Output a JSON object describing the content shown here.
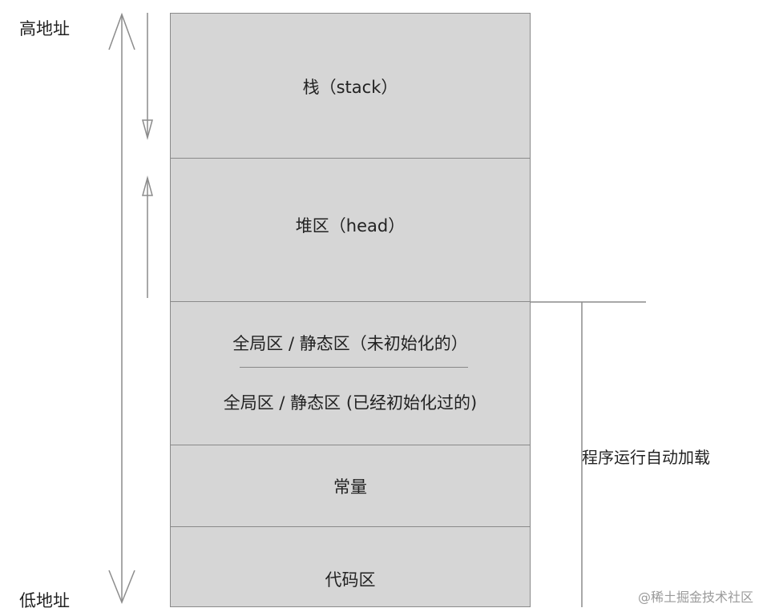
{
  "address_labels": {
    "high": "高地址",
    "low": "低地址"
  },
  "segments": {
    "stack": "栈（stack）",
    "heap": "堆区（head）",
    "global_uninit": "全局区 / 静态区（未初始化的）",
    "global_init": "全局区 / 静态区 (已经初始化过的)",
    "constant": "常量",
    "code": "代码区"
  },
  "annotation": {
    "autoload": "程序运行自动加载"
  },
  "watermark": "@稀土掘金技术社区",
  "colors": {
    "block_fill": "#d6d6d6",
    "block_border": "#8a8a8a",
    "line": "#8c8c8c",
    "text": "#222222"
  }
}
